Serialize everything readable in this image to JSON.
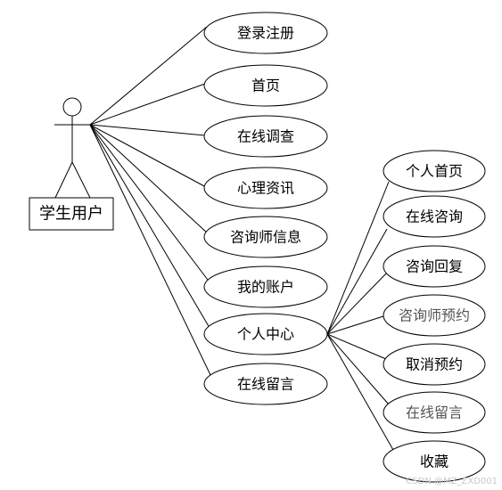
{
  "actor": {
    "label": "学生用户"
  },
  "use_cases": {
    "login": "登录注册",
    "home": "首页",
    "survey": "在线调查",
    "news": "心理资讯",
    "counselor_info": "咨询师信息",
    "account": "我的账户",
    "personal_center": "个人中心",
    "message": "在线留言"
  },
  "sub_use_cases": {
    "personal_home": "个人首页",
    "online_consult": "在线咨询",
    "consult_reply": "咨询回复",
    "counselor_booking": "咨询师预约",
    "cancel_booking": "取消预约",
    "online_message": "在线留言",
    "favorites": "收藏"
  },
  "watermark": "CSDN @MZ_ZXD001"
}
